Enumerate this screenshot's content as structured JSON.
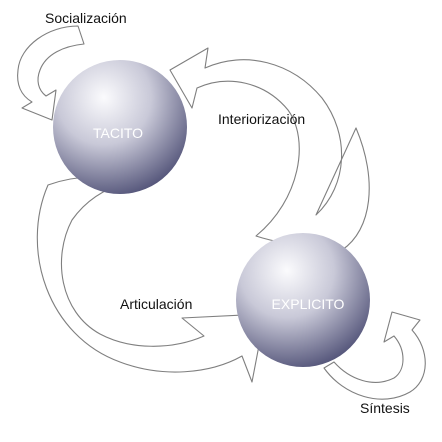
{
  "diagram": {
    "nodes": [
      {
        "id": "tacito",
        "label": "TACITO"
      },
      {
        "id": "explicito",
        "label": "EXPLICITO"
      }
    ],
    "edges": [
      {
        "from": "tacito",
        "to": "tacito",
        "label": "Socialización"
      },
      {
        "from": "explicito",
        "to": "tacito",
        "label": "Interiorización"
      },
      {
        "from": "tacito",
        "to": "explicito",
        "label": "Articulación"
      },
      {
        "from": "explicito",
        "to": "explicito",
        "label": "Síntesis"
      }
    ]
  },
  "colors": {
    "node_light": "#ffffff",
    "node_dark": "#4d4e74",
    "arrow_stroke": "#7f7f7f"
  }
}
